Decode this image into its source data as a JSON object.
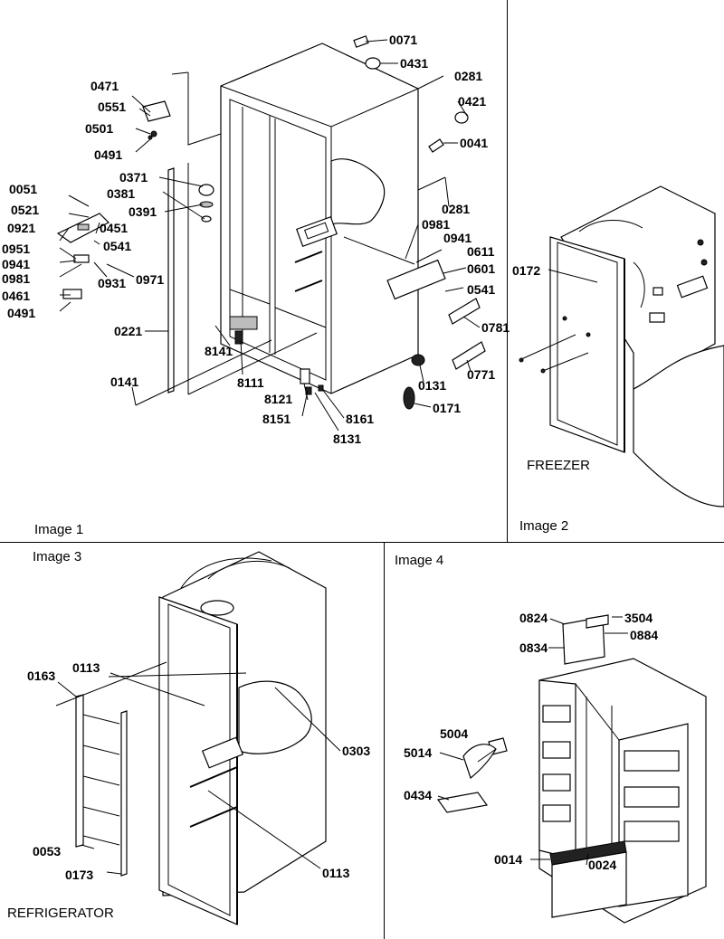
{
  "captions": {
    "image1": "Image 1",
    "image2": "Image 2",
    "image3": "Image 3",
    "image4": "Image 4",
    "freezer": "FREEZER",
    "refrigerator": "REFRIGERATOR"
  },
  "labels": {
    "p0071": "0071",
    "p0431": "0431",
    "p0281a": "0281",
    "p0421": "0421",
    "p0041": "0041",
    "p0281b": "0281",
    "p0981a": "0981",
    "p0941a": "0941",
    "p0611": "0611",
    "p0601": "0601",
    "p0541a": "0541",
    "p0781": "0781",
    "p0771": "0771",
    "p0131": "0131",
    "p0171": "0171",
    "p8161": "8161",
    "p8131": "8131",
    "p8151": "8151",
    "p8121": "8121",
    "p8111": "8111",
    "p8141": "8141",
    "p0141": "0141",
    "p0221": "0221",
    "p0471": "0471",
    "p0551": "0551",
    "p0501": "0501",
    "p0491a": "0491",
    "p0371": "0371",
    "p0381": "0381",
    "p0391": "0391",
    "p0051": "0051",
    "p0521": "0521",
    "p0921": "0921",
    "p0451": "0451",
    "p0541b": "0541",
    "p0951": "0951",
    "p0941b": "0941",
    "p0981b": "0981",
    "p0971": "0971",
    "p0461": "0461",
    "p0491b": "0491",
    "p0931": "0931",
    "p0172": "0172",
    "p0163": "0163",
    "p0113a": "0113",
    "p0303": "0303",
    "p0053": "0053",
    "p0173": "0173",
    "p0113b": "0113",
    "p0824": "0824",
    "p3504": "3504",
    "p0834": "0834",
    "p0884": "0884",
    "p5004": "5004",
    "p5014": "5014",
    "p0434": "0434",
    "p0014": "0014",
    "p0024": "0024"
  }
}
